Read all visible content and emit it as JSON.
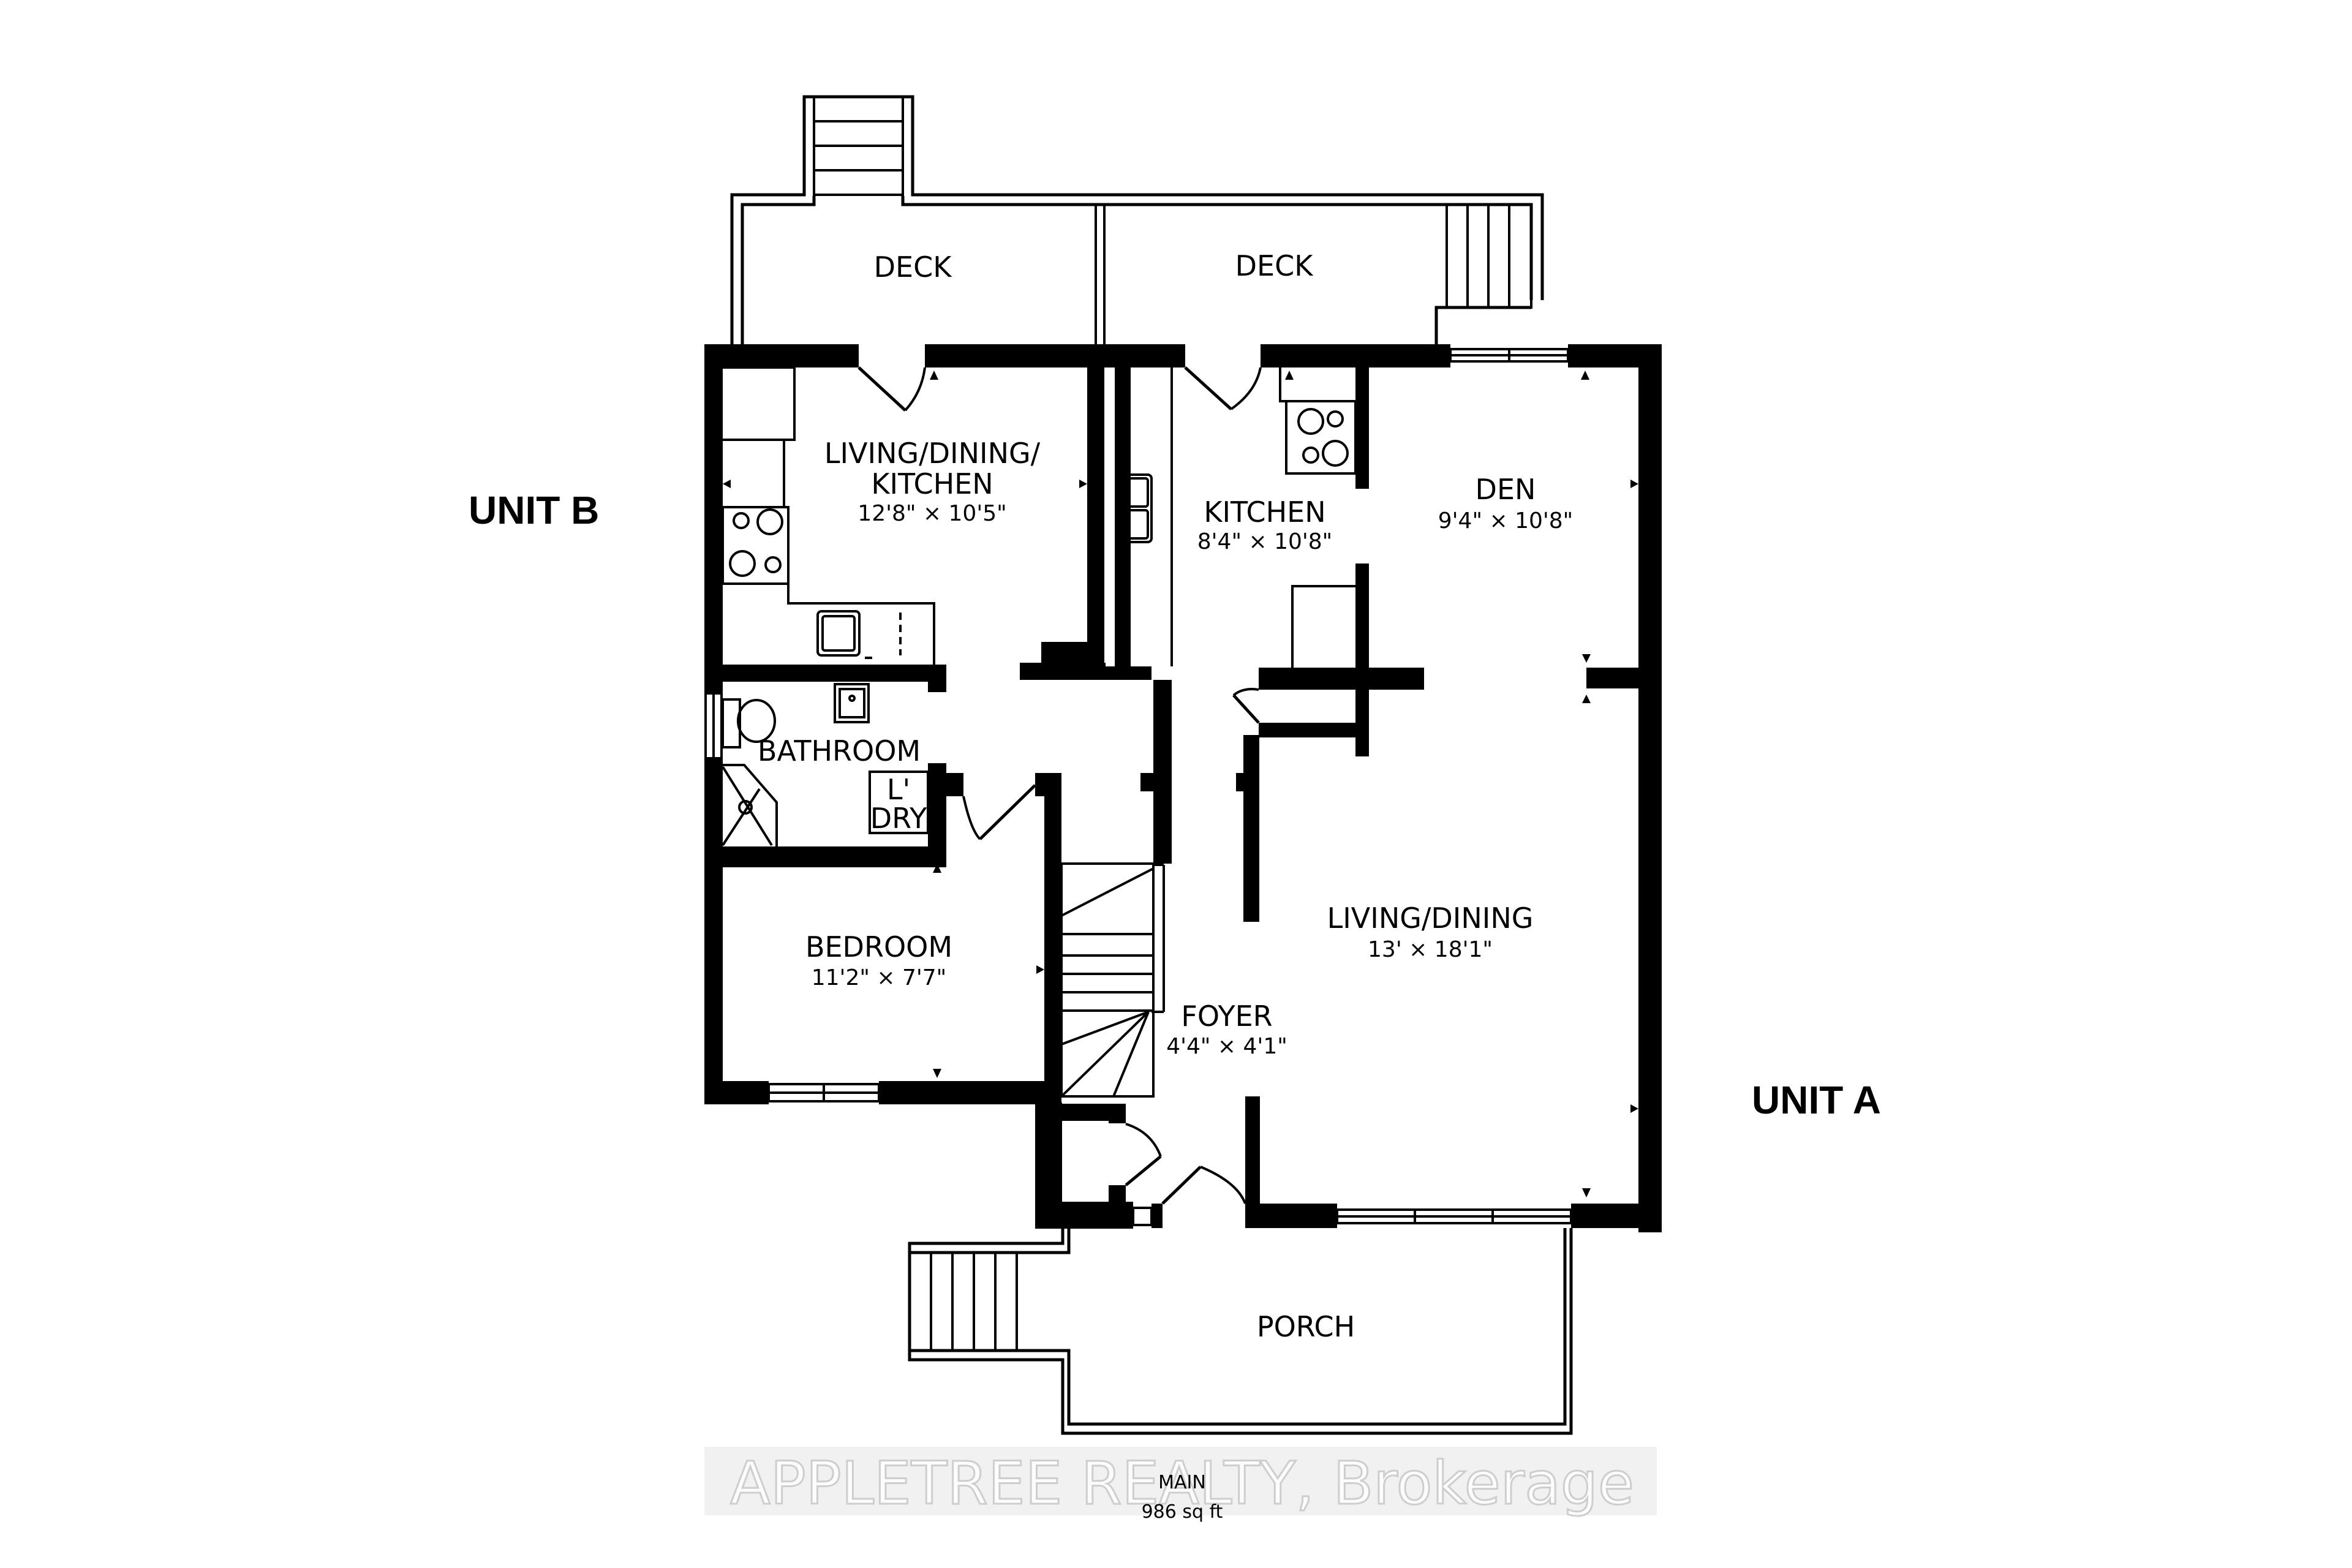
{
  "floor": {
    "name": "MAIN",
    "area": "986 sq ft"
  },
  "units": {
    "unit_a": "UNIT A",
    "unit_b": "UNIT B"
  },
  "rooms": {
    "deck_left": {
      "name": "DECK"
    },
    "deck_right": {
      "name": "DECK"
    },
    "unit_b_living": {
      "name_line1": "LIVING/DINING/",
      "name_line2": "KITCHEN",
      "dims": "12'8\" × 10'5\""
    },
    "kitchen": {
      "name": "KITCHEN",
      "dims": "8'4\" × 10'8\""
    },
    "den": {
      "name": "DEN",
      "dims": "9'4\" × 10'8\""
    },
    "bathroom": {
      "name": "BATHROOM"
    },
    "laundry": {
      "line1": "L'",
      "line2": "DRY"
    },
    "bedroom": {
      "name": "BEDROOM",
      "dims": "11'2\" × 7'7\""
    },
    "living_dining": {
      "name": "LIVING/DINING",
      "dims": "13' × 18'1\""
    },
    "foyer": {
      "name": "FOYER",
      "dims": "4'4\" × 4'1\""
    },
    "porch": {
      "name": "PORCH"
    }
  },
  "watermark": "APPLETREE REALTY, Brokerage",
  "colors": {
    "wall": "#000000",
    "background": "#ffffff",
    "watermark_outline": "#c8c8c8"
  }
}
